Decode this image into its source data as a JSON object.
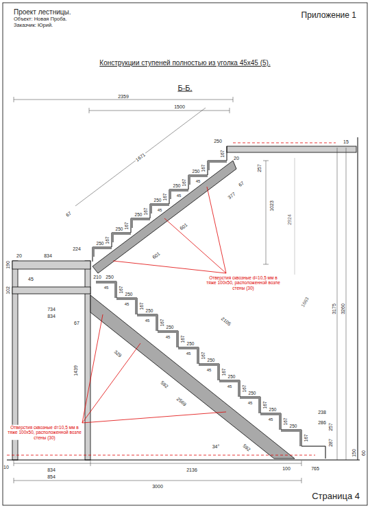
{
  "diagram": {
    "title": "Конструкции ступеней полностью из уголка 45х45 (5).",
    "labels": [
      "Проект лестницы.",
      "Объект: Новая Проба.",
      "Заказчик: Юрий.",
      "Приложение 1",
      "Б-Б.",
      "2359",
      "1500",
      "1671",
      "250",
      "20",
      "15",
      "257",
      "377",
      "601",
      "601",
      "1023",
      "224",
      "834",
      "20",
      "67",
      "67",
      "2924",
      "1663",
      "190",
      "45",
      "102",
      "734",
      "834",
      "1439",
      "67",
      "210",
      "250",
      "2105",
      "329",
      "592",
      "2569",
      "34°",
      "592",
      "238",
      "286",
      "257",
      "287",
      "100",
      "765",
      "834",
      "854",
      "2136",
      "3000",
      "3175",
      "3260",
      "150",
      "60",
      "10",
      "Отверстия сквозные d=10,5 мм в тяже 100х50, расположенной возле стены (30)",
      "Отверстия сквозные d=10,5 мм в тяже 100х50, расположенной возле стены (30)",
      "Страница 4",
      "167",
      "167",
      "167",
      "167",
      "167",
      "167",
      "167",
      "250",
      "250",
      "250",
      "250",
      "250",
      "250",
      "45",
      "45",
      "45",
      "167",
      "167",
      "167",
      "167",
      "167",
      "167",
      "167",
      "167",
      "167",
      "167",
      "250",
      "250",
      "250",
      "250",
      "250",
      "250",
      "250",
      "250",
      "250",
      "45",
      "45",
      "45",
      "45",
      "45",
      "45",
      "45",
      "45",
      "45"
    ]
  }
}
